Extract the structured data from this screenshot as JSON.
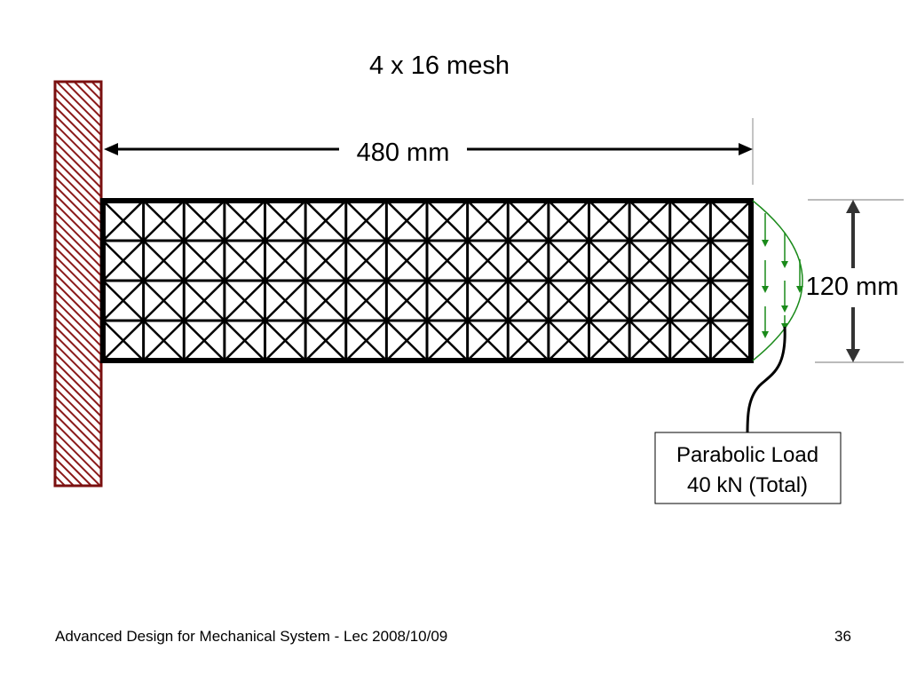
{
  "slide": {
    "title": "4 x 16 mesh",
    "length_label": "480 mm",
    "height_label": "120 mm",
    "load_label_line1": "Parabolic Load",
    "load_label_line2": "40 kN (Total)",
    "footer_text": "Advanced Design for Mechanical System - Lec 2008/10/09",
    "page_number": "36"
  },
  "mesh": {
    "rows": 4,
    "cols": 16
  },
  "colors": {
    "wall_fill": "#ffffff",
    "wall_hatch": "#8b1a1a",
    "wall_border": "#7a1010",
    "mesh": "#000000",
    "load": "#1a8a1a"
  }
}
